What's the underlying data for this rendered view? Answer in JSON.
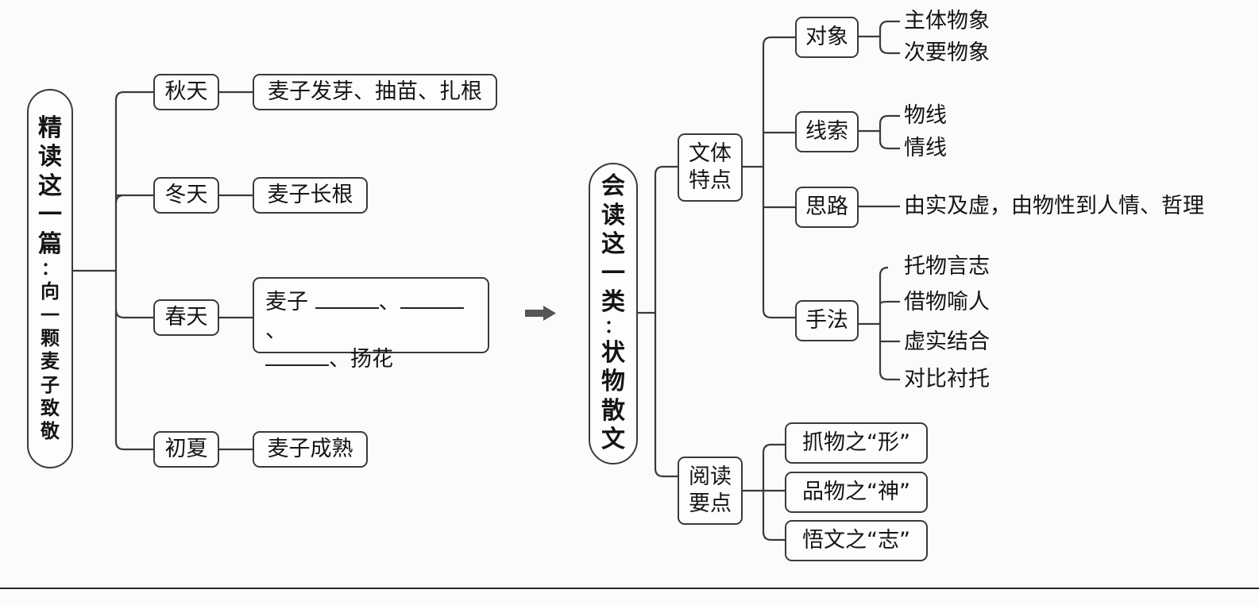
{
  "left_tree": {
    "root": [
      "精",
      "读",
      "这",
      "一",
      "篇",
      "：",
      "向",
      "一",
      "颗",
      "麦",
      "子",
      "致",
      "敬"
    ],
    "branches": [
      {
        "season": "秋天",
        "detail": "麦子发芽、抽苗、扎根"
      },
      {
        "season": "冬天",
        "detail": "麦子长根"
      },
      {
        "season": "春天",
        "detail_line1_prefix": "麦子",
        "detail_sep1": "、",
        "detail_sep2": "、",
        "detail_line2_suffix": "、扬花"
      },
      {
        "season": "初夏",
        "detail": "麦子成熟"
      }
    ]
  },
  "arrow": "right-arrow",
  "right_tree": {
    "root": [
      "会",
      "读",
      "这",
      "一",
      "类",
      "：",
      "状",
      "物",
      "散",
      "文"
    ],
    "genre_features": {
      "label_line1": "文体",
      "label_line2": "特点",
      "items": [
        {
          "label": "对象",
          "children": [
            "主体物象",
            "次要物象"
          ]
        },
        {
          "label": "线索",
          "children": [
            "物线",
            "情线"
          ]
        },
        {
          "label": "思路",
          "children": [
            "由实及虚，由物性到人情、哲理"
          ]
        },
        {
          "label": "手法",
          "children": [
            "托物言志",
            "借物喻人",
            "虚实结合",
            "对比衬托"
          ]
        }
      ]
    },
    "reading_points": {
      "label_line1": "阅读",
      "label_line2": "要点",
      "items": [
        "抓物之“形”",
        "品物之“神”",
        "悟文之“志”"
      ]
    }
  }
}
